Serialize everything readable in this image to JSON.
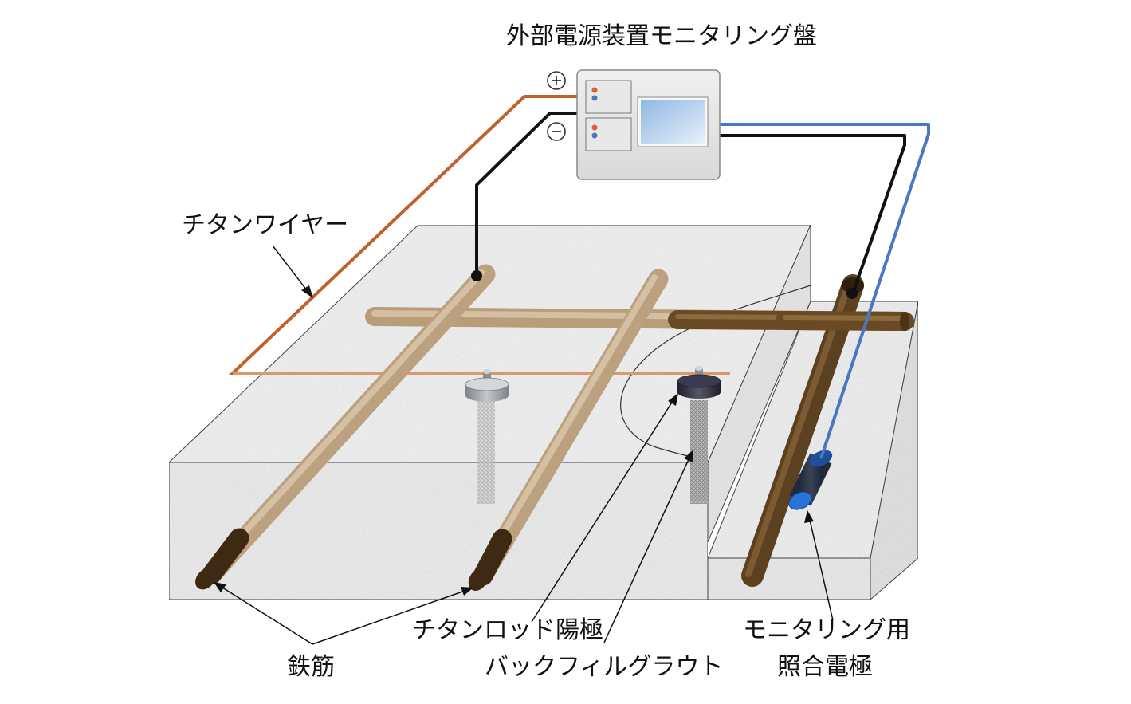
{
  "labels": {
    "monitoring_panel": "外部電源装置モニタリング盤",
    "titanium_wire": "チタンワイヤー",
    "rebar": "鉄筋",
    "titanium_rod_anode": "チタンロッド陽極",
    "backfill_grout": "バックフィルグラウト",
    "reference_electrode_line1": "モニタリング用",
    "reference_electrode_line2": "照合電極"
  },
  "terminals": {
    "positive": "⊕",
    "negative": "⊖"
  },
  "colors": {
    "titanium_wire": "#c0602a",
    "negative_cable": "#111111",
    "reference_cable": "#4a78c0",
    "rebar_light": "#c9b49a",
    "rebar_dark": "#5c4120",
    "concrete": "#eeeeee",
    "panel": "#e4e4e4",
    "screen": "#b7d3ee"
  }
}
